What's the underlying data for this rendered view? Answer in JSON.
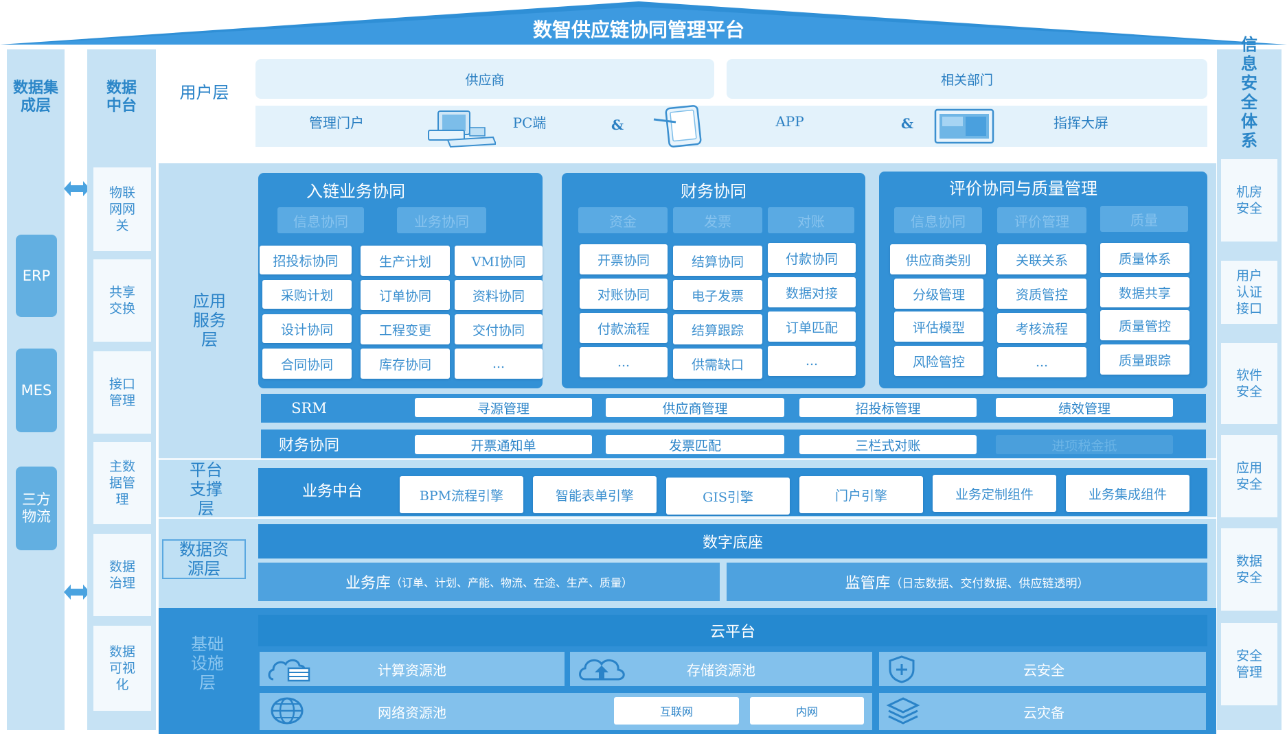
{
  "title": "数智供应链协同管理平台",
  "left": {
    "data_integration": {
      "title": "数据集成层",
      "items": [
        "ERP",
        "MES",
        "三方物流"
      ]
    },
    "data_middle": {
      "title": "数据中台",
      "items": [
        "物联网网关",
        "共享交换",
        "接口管理",
        "主数据管理",
        "数据治理",
        "数据可视化"
      ]
    }
  },
  "right": {
    "title": "信息安全体系",
    "items": [
      "机房安全",
      "用户认证接口",
      "软件安全",
      "应用安全",
      "数据安全",
      "安全管理"
    ]
  },
  "user_layer": {
    "label": "用户层",
    "supplier": "供应商",
    "related": "相关部门",
    "portal": "管理门户",
    "pc": "PC端",
    "amp1": "&",
    "app": "APP",
    "amp2": "&",
    "screen": "指挥大屏"
  },
  "app_layer": {
    "label": "应用服务层",
    "groups": [
      {
        "title": "入链业务协同",
        "tabs": [
          "信息协同",
          "业务协同"
        ],
        "rows": [
          [
            "招投标协同",
            "生产计划",
            "VMI协同"
          ],
          [
            "采购计划",
            "订单协同",
            "资料协同"
          ],
          [
            "设计协同",
            "工程变更",
            "交付协同"
          ],
          [
            "合同协同",
            "库存协同",
            "..."
          ]
        ]
      },
      {
        "title": "财务协同",
        "tabs": [
          "资金",
          "发票",
          "对账"
        ],
        "rows": [
          [
            "开票协同",
            "结算协同",
            "付款协同"
          ],
          [
            "对账协同",
            "电子发票",
            "数据对接"
          ],
          [
            "付款流程",
            "结算跟踪",
            "订单匹配"
          ],
          [
            "...",
            "供需缺口",
            "..."
          ]
        ]
      },
      {
        "title": "评价协同与质量管理",
        "tabs": [
          "信息协同",
          "评价管理",
          "质量"
        ],
        "rows": [
          [
            "供应商类别",
            "关联关系",
            "质量体系"
          ],
          [
            "分级管理",
            "资质管控",
            "数据共享"
          ],
          [
            "评估模型",
            "考核流程",
            "质量管控"
          ],
          [
            "风险管控",
            "...",
            "质量跟踪"
          ]
        ]
      }
    ],
    "srm": {
      "label": "SRM",
      "items": [
        "寻源管理",
        "供应商管理",
        "招投标管理",
        "绩效管理"
      ]
    },
    "finance": {
      "label": "财务协同",
      "items": [
        "开票通知单",
        "发票匹配",
        "三栏式对账",
        "进项税金抵"
      ]
    }
  },
  "platform_layer": {
    "label": "平台支撑层",
    "bar_label": "业务中台",
    "items": [
      "BPM流程引擎",
      "智能表单引擎",
      "GIS引擎",
      "门户引擎",
      "业务定制组件",
      "业务集成组件"
    ]
  },
  "data_layer": {
    "label": "数据资源层",
    "base": "数字底座",
    "biz_db": "业务库",
    "biz_db_detail": "（订单、计划、产能、物流、在途、生产、质量）",
    "sup_db": "监管库",
    "sup_db_detail": "（日志数据、交付数据、供应链透明）"
  },
  "infra_layer": {
    "label": "基础设施层",
    "cloud": "云平台",
    "compute": "计算资源池",
    "storage": "存储资源池",
    "security": "云安全",
    "network": "网络资源池",
    "internet": "互联网",
    "intranet": "内网",
    "disaster": "云灾备"
  }
}
